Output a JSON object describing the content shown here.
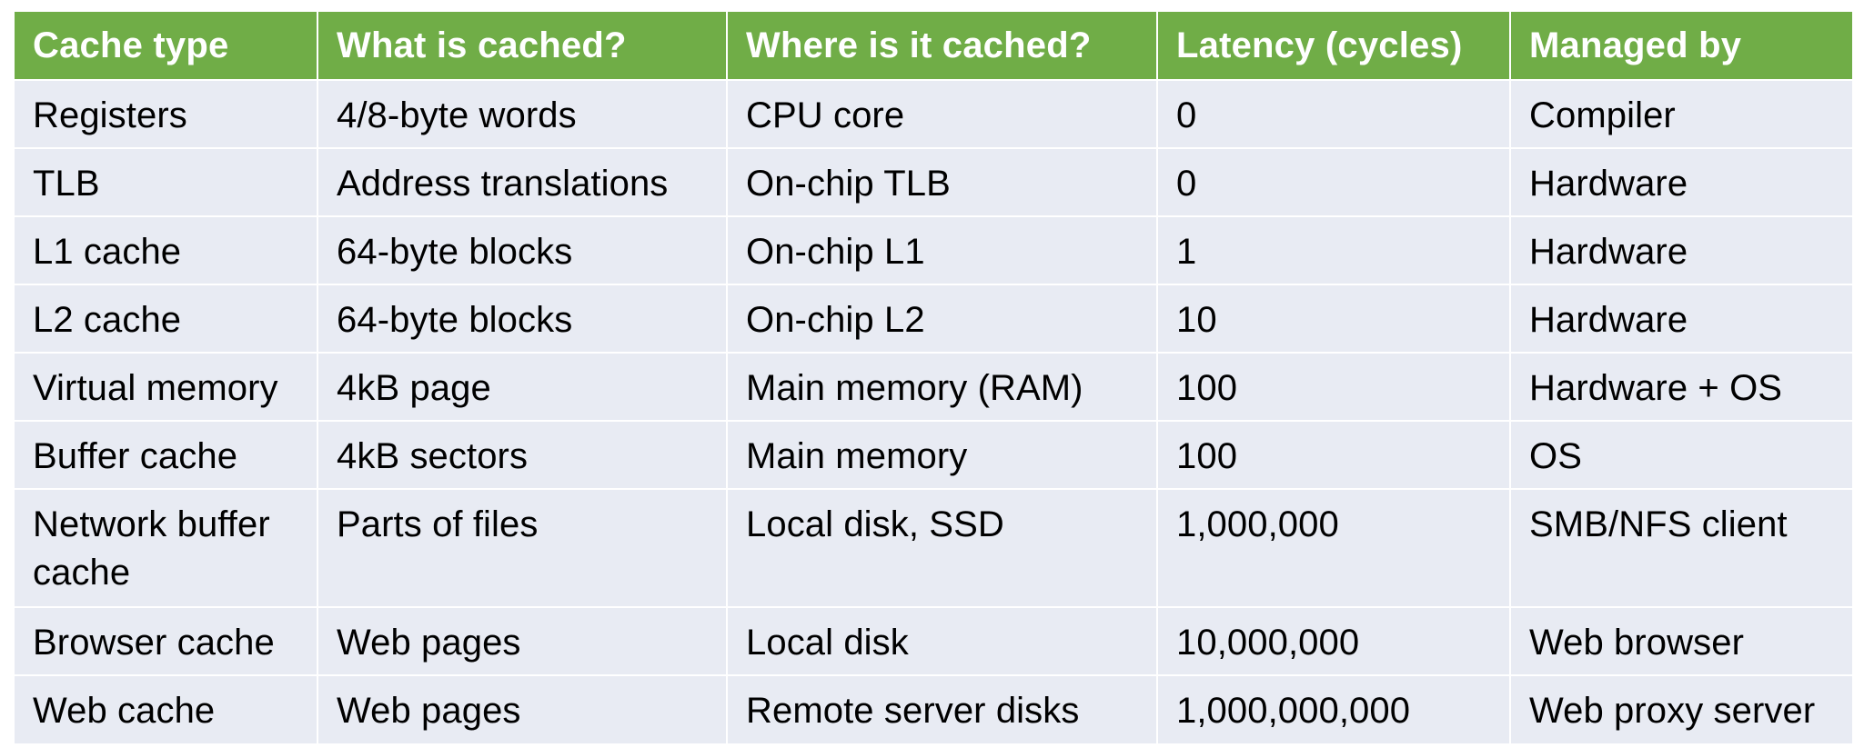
{
  "table": {
    "headers": [
      "Cache type",
      "What is cached?",
      "Where is it cached?",
      "Latency (cycles)",
      "Managed by"
    ],
    "rows": [
      [
        "Registers",
        "4/8-byte words",
        "CPU core",
        "0",
        "Compiler"
      ],
      [
        "TLB",
        "Address translations",
        "On-chip TLB",
        "0",
        "Hardware"
      ],
      [
        "L1 cache",
        "64-byte blocks",
        "On-chip L1",
        "1",
        "Hardware"
      ],
      [
        "L2 cache",
        "64-byte blocks",
        "On-chip L2",
        "10",
        "Hardware"
      ],
      [
        "Virtual memory",
        "4kB page",
        "Main memory (RAM)",
        "100",
        "Hardware + OS"
      ],
      [
        "Buffer cache",
        "4kB sectors",
        "Main memory",
        "100",
        "OS"
      ],
      [
        "Network buffer cache",
        "Parts of files",
        "Local disk, SSD",
        "1,000,000",
        "SMB/NFS client"
      ],
      [
        "Browser cache",
        "Web pages",
        "Local disk",
        "10,000,000",
        "Web browser"
      ],
      [
        "Web cache",
        "Web pages",
        "Remote server disks",
        "1,000,000,000",
        "Web proxy server"
      ]
    ]
  },
  "colors": {
    "header_bg": "#70ad47",
    "header_text": "#ffffff",
    "row_bg": "#e8ebf3",
    "cell_text": "#000000"
  }
}
